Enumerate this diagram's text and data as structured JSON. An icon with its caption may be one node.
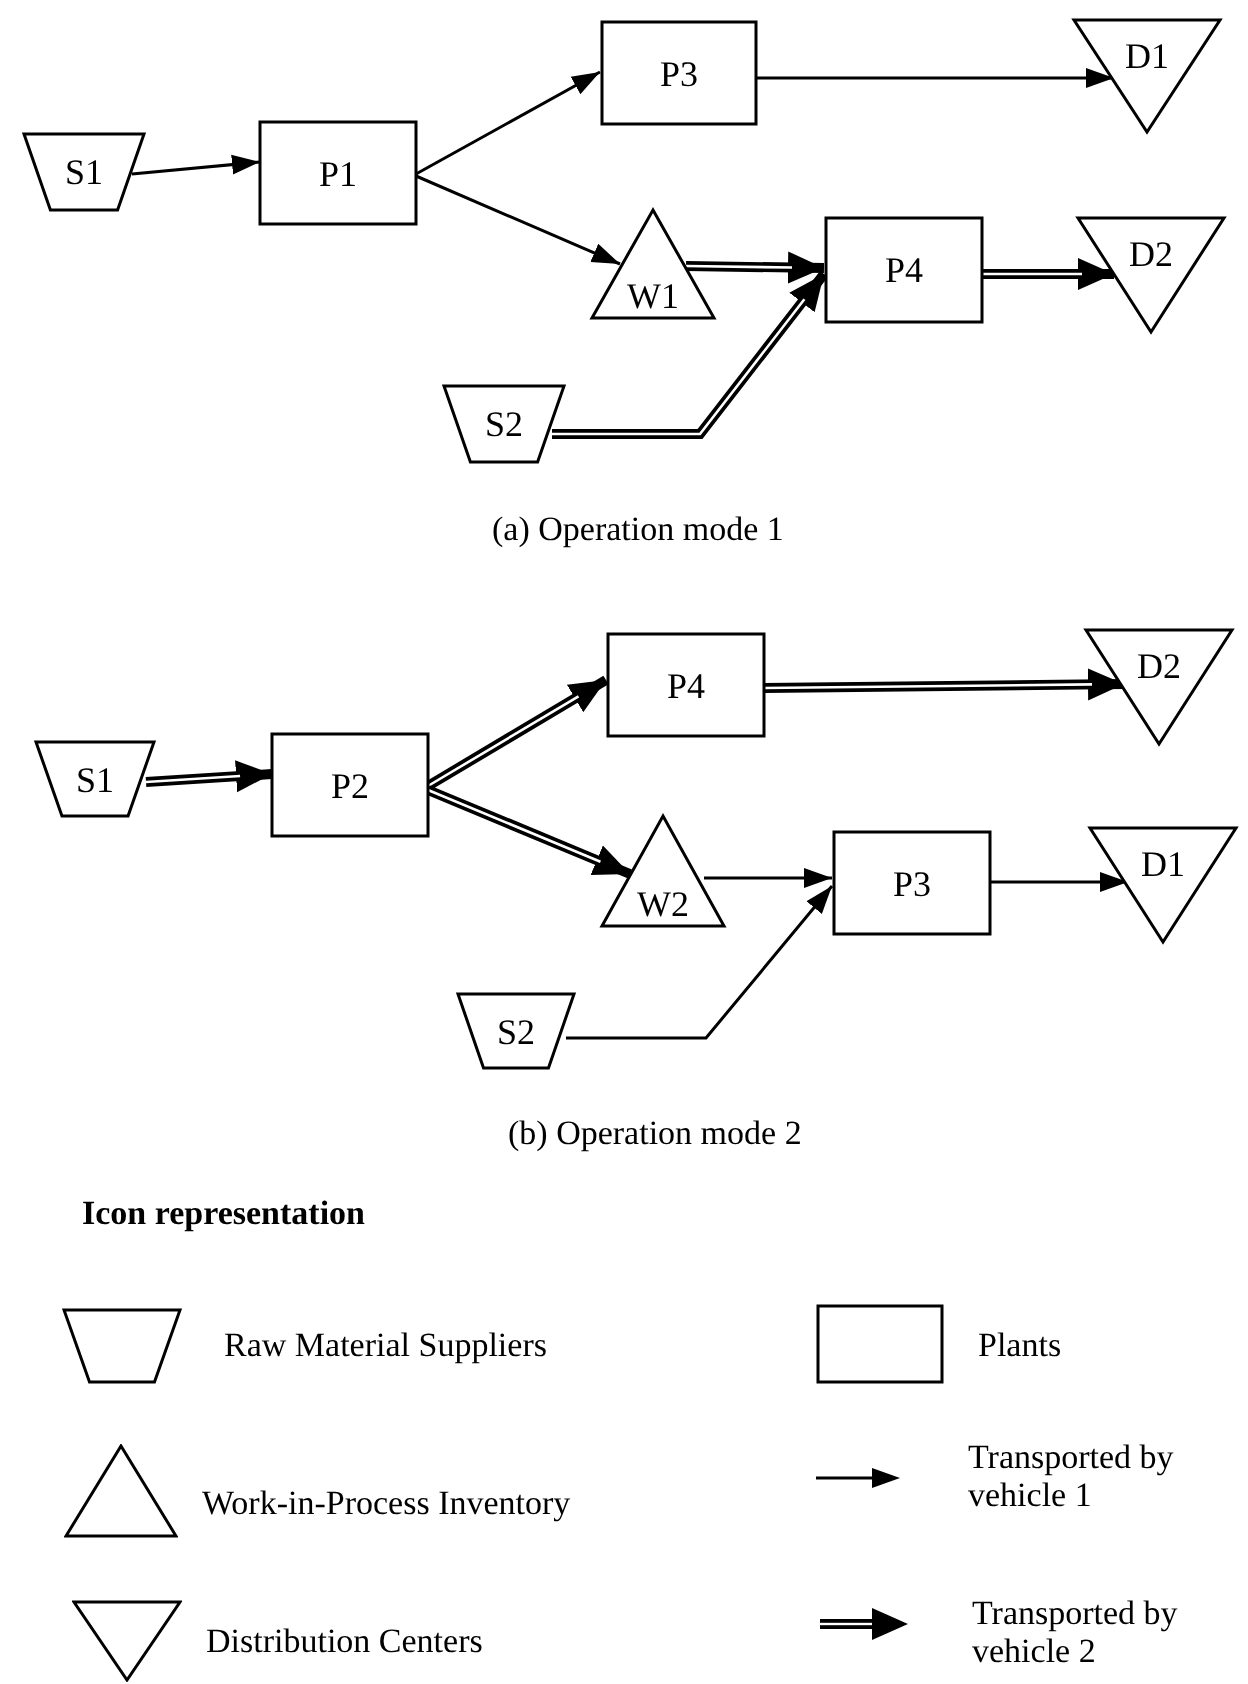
{
  "diagram": {
    "nodes": [
      {
        "text": [
          "S1"
        ]
      },
      {
        "text": [
          "P1"
        ]
      },
      {
        "text": [
          "P3"
        ]
      },
      {
        "text": [
          "D1"
        ]
      },
      {
        "text": [
          "W1"
        ]
      },
      {
        "text": [
          "P4"
        ]
      },
      {
        "text": [
          "D2"
        ]
      },
      {
        "text": [
          "S2"
        ]
      },
      {
        "text": [
          "S1"
        ]
      },
      {
        "text": [
          "P2"
        ]
      },
      {
        "text": [
          "P4"
        ]
      },
      {
        "text": [
          "D2"
        ]
      },
      {
        "text": [
          "W2"
        ]
      },
      {
        "text": [
          "P3"
        ]
      },
      {
        "text": [
          "D1"
        ]
      },
      {
        "text": [
          "S2"
        ]
      }
    ],
    "edges": [
      {
        "from": 0,
        "to": 1,
        "arrow": "to"
      },
      {
        "from": 1,
        "to": 2,
        "arrow": "to"
      },
      {
        "from": 1,
        "to": 4,
        "arrow": "to"
      },
      {
        "from": 2,
        "to": 3,
        "arrow": "to"
      },
      {
        "from": 4,
        "to": 5,
        "arrow": "to",
        "style": "thick"
      },
      {
        "from": 7,
        "to": 5,
        "arrow": "to",
        "style": "thick"
      },
      {
        "from": 5,
        "to": 6,
        "arrow": "to",
        "style": "thick"
      },
      {
        "from": 8,
        "to": 9,
        "arrow": "to",
        "style": "thick"
      },
      {
        "from": 9,
        "to": 10,
        "arrow": "to",
        "style": "thick"
      },
      {
        "from": 9,
        "to": 12,
        "arrow": "to",
        "style": "thick"
      },
      {
        "from": 10,
        "to": 11,
        "arrow": "to",
        "style": "thick"
      },
      {
        "from": 12,
        "to": 13,
        "arrow": "to"
      },
      {
        "from": 15,
        "to": 13,
        "arrow": "to"
      },
      {
        "from": 13,
        "to": 14,
        "arrow": "to"
      }
    ],
    "labels": [
      "(a) Operation mode 1",
      "(b) Operation mode 2",
      "Icon representation"
    ],
    "legend": [
      {
        "text": "Raw Material Suppliers"
      },
      {
        "text": "Plants"
      },
      {
        "text": "Work-in-Process Inventory"
      },
      {
        "text": "Transported by vehicle 1"
      },
      {
        "text": "Distribution Centers"
      },
      {
        "text": "Transported by vehicle 2"
      }
    ]
  }
}
